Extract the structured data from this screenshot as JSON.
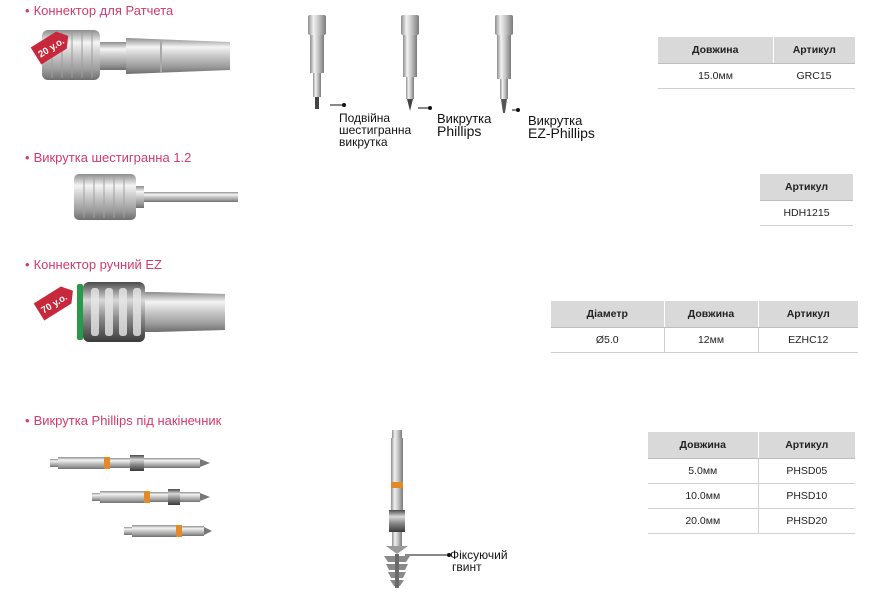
{
  "sections": [
    {
      "heading": "Коннектор для Ратчета"
    },
    {
      "heading": "Викрутка шестигранна 1.2"
    },
    {
      "heading": "Коннектор ручний EZ"
    },
    {
      "heading": "Викрутка Phillips під накінечник"
    }
  ],
  "price_tags": {
    "ratchet": "20 у.о.",
    "ez": "70 у.о."
  },
  "tip_labels": {
    "hex": [
      "Подвійна",
      "шестигранна",
      "викрутка"
    ],
    "phillips": [
      "Викрутка",
      "Phillips"
    ],
    "ez_phillips": [
      "Викрутка",
      "EZ-Phillips"
    ]
  },
  "fixing_screw_label": [
    "Фіксуючий",
    "гвинт"
  ],
  "tables": {
    "ratchet": {
      "headers": [
        "Довжина",
        "Артикул"
      ],
      "rows": [
        [
          "15.0мм",
          "GRC15"
        ]
      ]
    },
    "hex": {
      "headers": [
        "Артикул"
      ],
      "rows": [
        [
          "HDH1215"
        ]
      ]
    },
    "ez": {
      "headers": [
        "Діаметр",
        "Довжина",
        "Артикул"
      ],
      "rows": [
        [
          "Ø5.0",
          "12мм",
          "EZHC12"
        ]
      ]
    },
    "phillips": {
      "headers": [
        "Довжина",
        "Артикул"
      ],
      "rows": [
        [
          "5.0мм",
          "PHSD05"
        ],
        [
          "10.0мм",
          "PHSD10"
        ],
        [
          "20.0мм",
          "PHSD20"
        ]
      ]
    }
  },
  "colors": {
    "heading": "#d43a6a",
    "tag": "#c8283c",
    "band": "#e08a2a",
    "ring": "#2a9a4a"
  }
}
